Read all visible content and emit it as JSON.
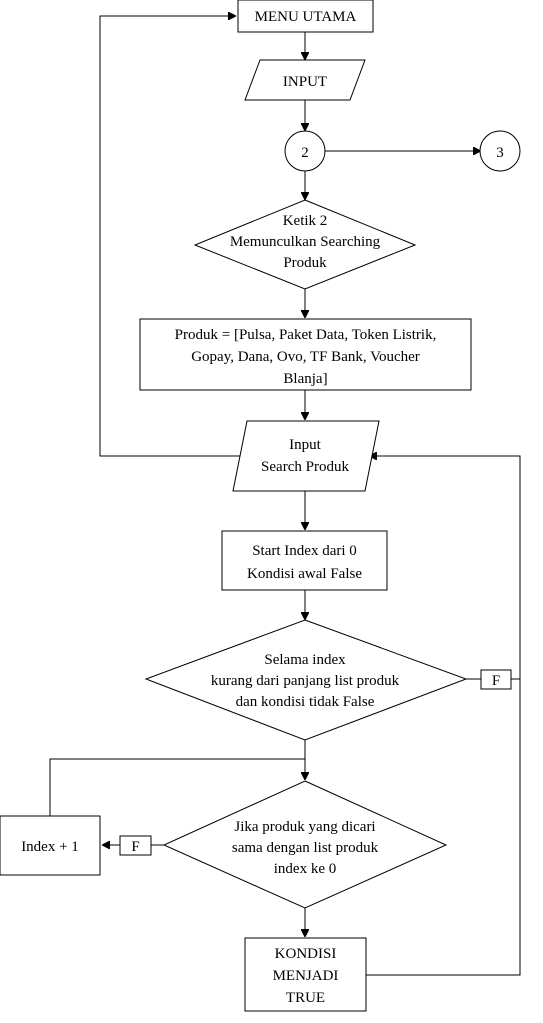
{
  "nodes": {
    "menu_utama": [
      "MENU UTAMA"
    ],
    "input": [
      "INPUT"
    ],
    "connector_2": [
      "2"
    ],
    "connector_3": [
      "3"
    ],
    "ketik_2": [
      "Ketik 2",
      "Memunculkan Searching",
      "Produk"
    ],
    "produk_list": [
      "Produk = [Pulsa, Paket Data, Token Listrik,",
      "Gopay, Dana, Ovo, TF Bank, Voucher",
      "Blanja]"
    ],
    "input_search": [
      "Input",
      "Search Produk"
    ],
    "start_index": [
      "Start Index dari 0",
      "Kondisi awal False"
    ],
    "selama_index": [
      "Selama index",
      "kurang dari panjang list produk",
      "dan kondisi tidak False"
    ],
    "jika_produk": [
      "Jika produk yang dicari",
      "sama dengan list produk",
      "index ke 0"
    ],
    "index_plus": [
      "Index + 1"
    ],
    "kondisi_true": [
      "KONDISI",
      "MENJADI",
      "TRUE"
    ],
    "label_f_loop": [
      "F"
    ],
    "label_f_index": [
      "F"
    ]
  }
}
